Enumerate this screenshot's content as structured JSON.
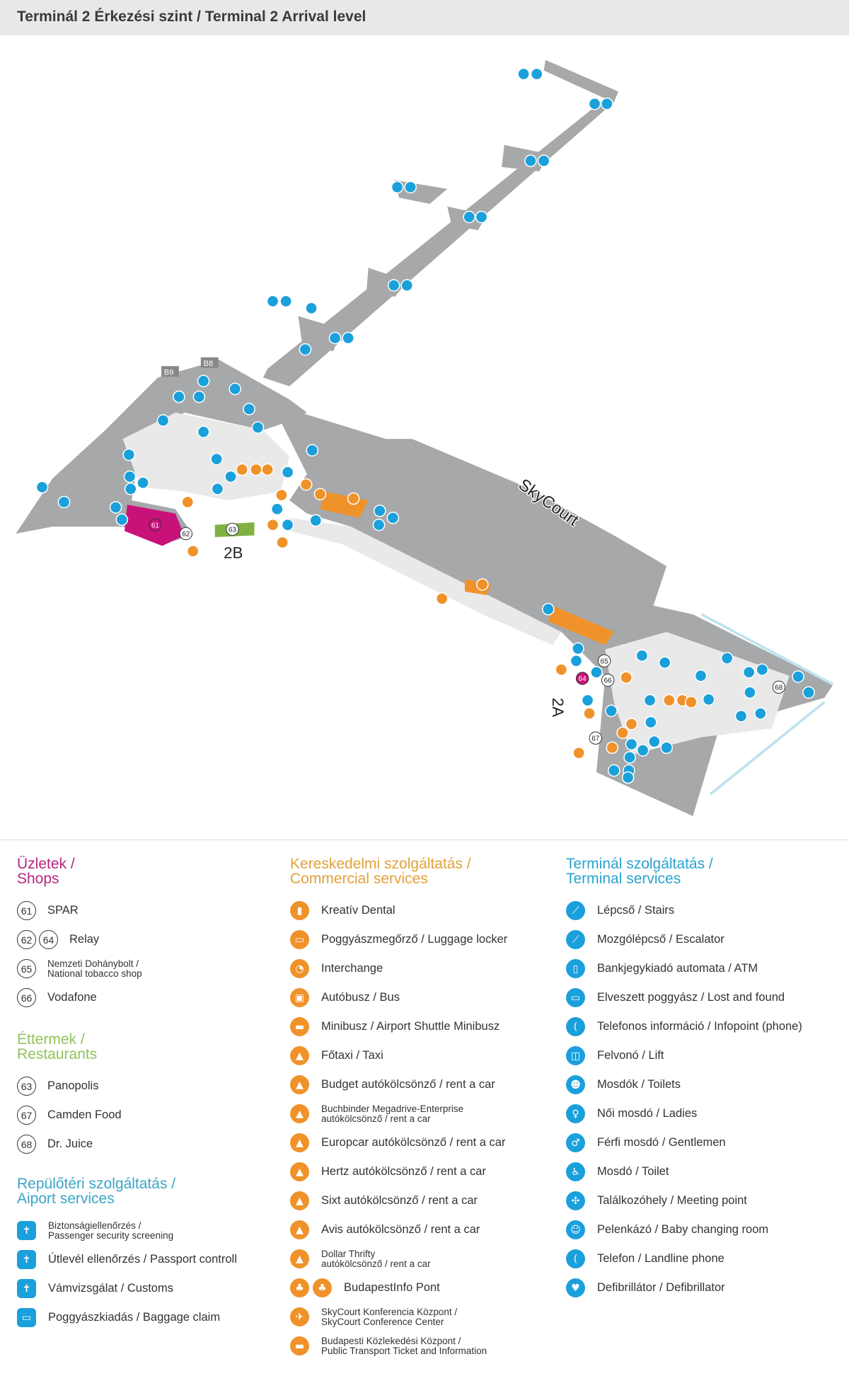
{
  "header": {
    "title": "Terminál 2 Érkezési szint / Terminal 2 Arrival level"
  },
  "map": {
    "labels": {
      "skycourt": "SkyCourt",
      "pier_2b": "2B",
      "pier_2a": "2A",
      "gate_b8": "B8",
      "gate_b9": "B9"
    },
    "markers": [
      "61",
      "62",
      "63",
      "64",
      "65",
      "66",
      "67",
      "68"
    ],
    "colors": {
      "floor": "#a7a8aa",
      "walkway": "#e9e9ea",
      "terminal_blue": "#1aa0db",
      "commercial_orange": "#f0922a",
      "shop_magenta": "#c8127a",
      "restaurant_green": "#7fb241"
    }
  },
  "legend": {
    "shops": {
      "title": "Üzletek / Shops",
      "color": "#b5267e",
      "items": [
        {
          "nums": [
            "61"
          ],
          "label": "SPAR"
        },
        {
          "nums": [
            "62",
            "64"
          ],
          "label": "Relay"
        },
        {
          "nums": [
            "65"
          ],
          "label": "Nemzeti Dohánybolt /\nNational tobacco shop"
        },
        {
          "nums": [
            "66"
          ],
          "label": "Vodafone"
        }
      ]
    },
    "restaurants": {
      "title": "Éttermek / Restaurants",
      "color": "#8fc25a",
      "items": [
        {
          "nums": [
            "63"
          ],
          "label": "Panopolis"
        },
        {
          "nums": [
            "67"
          ],
          "label": "Camden Food"
        },
        {
          "nums": [
            "68"
          ],
          "label": "Dr. Juice"
        }
      ]
    },
    "airport": {
      "title": "Repülőtéri szolgáltatás / Aiport services",
      "color": "#3aa5c8",
      "items": [
        {
          "icon": "security-icon",
          "label": "Biztonságiellenőrzés /\nPassenger security screening"
        },
        {
          "icon": "passport-icon",
          "label": "Útlevél ellenőrzés / Passport controll"
        },
        {
          "icon": "customs-icon",
          "label": "Vámvizsgálat / Customs"
        },
        {
          "icon": "baggage-claim-icon",
          "label": "Poggyászkiadás / Baggage claim"
        }
      ]
    },
    "commercial": {
      "title": "Kereskedelmi szolgáltatás / Commercial services",
      "color": "#e3a13a",
      "items": [
        {
          "icon": "tooth-icon",
          "label": "Kreatív Dental"
        },
        {
          "icon": "luggage-locker-icon",
          "label": "Poggyászmegőrző / Luggage locker"
        },
        {
          "icon": "interchange-icon",
          "label": "Interchange"
        },
        {
          "icon": "bus-icon",
          "label": "Autóbusz / Bus"
        },
        {
          "icon": "minibus-icon",
          "label": "Minibusz / Airport Shuttle Minibusz"
        },
        {
          "icon": "taxi-icon",
          "label": "Főtaxi / Taxi"
        },
        {
          "icon": "car-rental-icon",
          "label": "Budget autókölcsönző / rent a car"
        },
        {
          "icon": "car-rental-icon",
          "label": "Buchbinder Megadrive-Enterprise\nautókölcsönző / rent a car"
        },
        {
          "icon": "car-rental-icon",
          "label": "Europcar autókölcsönző / rent a car"
        },
        {
          "icon": "car-rental-icon",
          "label": "Hertz autókölcsönző / rent a car"
        },
        {
          "icon": "car-rental-icon",
          "label": "Sixt autókölcsönző / rent a car"
        },
        {
          "icon": "car-rental-icon",
          "label": "Avis autókölcsönző / rent a car"
        },
        {
          "icon": "car-rental-icon",
          "label": "Dollar Thrifty\nautókölcsönző / rent a car"
        },
        {
          "icon": "budapest-info-icon",
          "label": "BudapestInfo Pont"
        },
        {
          "icon": "conference-icon",
          "label": "SkyCourt Konferencia Központ /\nSkyCourt Conference Center"
        },
        {
          "icon": "ticket-icon",
          "label": "Budapesti Közlekedési Központ /\nPublic Transport Ticket and Information"
        }
      ]
    },
    "terminal": {
      "title": "Terminál szolgáltatás / Terminal services",
      "color": "#2aa3cf",
      "items": [
        {
          "icon": "stairs-icon",
          "label": "Lépcső / Stairs"
        },
        {
          "icon": "escalator-icon",
          "label": "Mozgólépcső / Escalator"
        },
        {
          "icon": "atm-icon",
          "label": "Bankjegykiadó automata / ATM"
        },
        {
          "icon": "lost-found-icon",
          "label": "Elveszett poggyász / Lost and found"
        },
        {
          "icon": "infopoint-phone-icon",
          "label": "Telefonos információ / Infopoint (phone)"
        },
        {
          "icon": "lift-icon",
          "label": "Felvonó / Lift"
        },
        {
          "icon": "toilets-icon",
          "label": "Mosdók / Toilets"
        },
        {
          "icon": "ladies-icon",
          "label": "Női mosdó / Ladies"
        },
        {
          "icon": "gentlemen-icon",
          "label": "Férfi mosdó / Gentlemen"
        },
        {
          "icon": "accessible-toilet-icon",
          "label": "Mosdó / Toilet"
        },
        {
          "icon": "meeting-point-icon",
          "label": "Találkozóhely / Meeting point"
        },
        {
          "icon": "baby-changing-icon",
          "label": "Pelenkázó / Baby changing room"
        },
        {
          "icon": "landline-phone-icon",
          "label": "Telefon / Landline phone"
        },
        {
          "icon": "defibrillator-icon",
          "label": "Defibrillátor / Defibrillator"
        }
      ]
    }
  }
}
